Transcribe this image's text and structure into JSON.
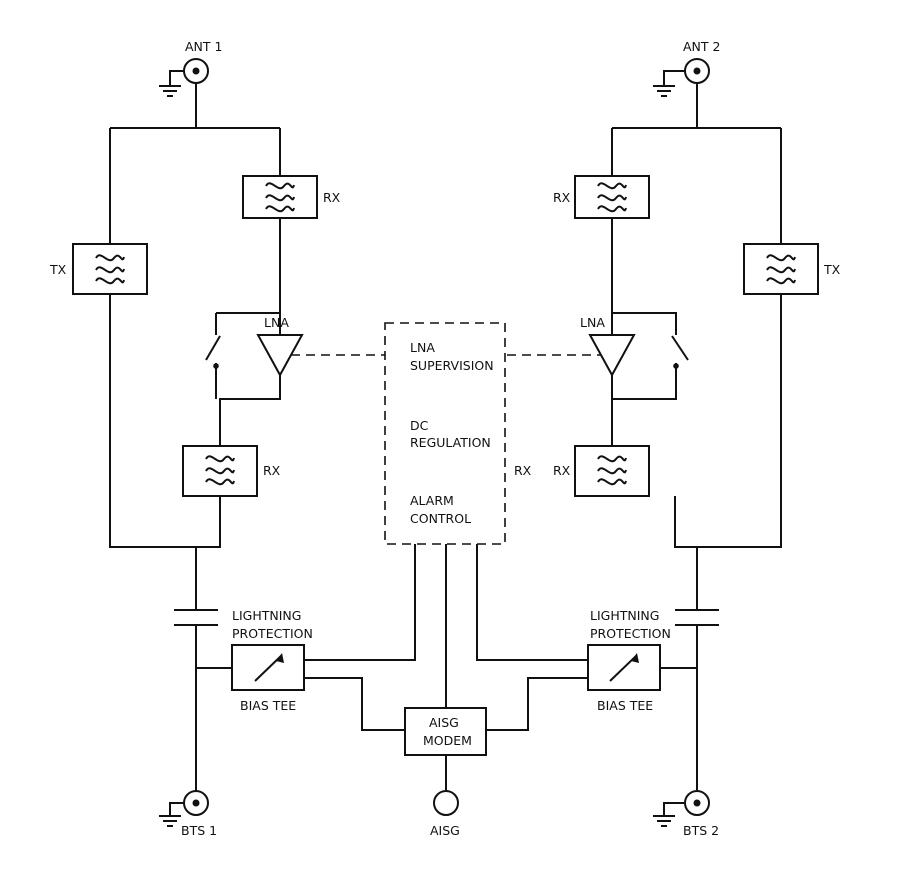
{
  "labels": {
    "ant1": "ANT 1",
    "ant2": "ANT 2",
    "bts1": "BTS 1",
    "bts2": "BTS 2",
    "aisg_port": "AISG",
    "tx_left": "TX",
    "tx_right": "TX",
    "rx_top_left": "RX",
    "rx_top_right": "RX",
    "rx_bottom_left": "RX",
    "rx_bottom_right": "RX",
    "rx_center": "RX",
    "lna_left": "LNA",
    "lna_right": "LNA",
    "supervision_line1": "LNA",
    "supervision_line2": "SUPERVISION",
    "dc_line1": "DC",
    "dc_line2": "REGULATION",
    "alarm_line1": "ALARM",
    "alarm_line2": "CONTROL",
    "lightning_left_line1": "LIGHTNING",
    "lightning_left_line2": "PROTECTION",
    "lightning_right_line1": "LIGHTNING",
    "lightning_right_line2": "PROTECTION",
    "bias_tee_left": "BIAS TEE",
    "bias_tee_right": "BIAS TEE",
    "modem_line1": "AISG",
    "modem_line2": "MODEM"
  },
  "icons": {
    "connector": "coax-connector-icon",
    "ground": "ground-icon",
    "filter": "filter-icon",
    "amplifier": "amplifier-icon",
    "switch": "switch-icon",
    "capacitor": "capacitor-icon",
    "surge": "surge-arrestor-icon"
  }
}
